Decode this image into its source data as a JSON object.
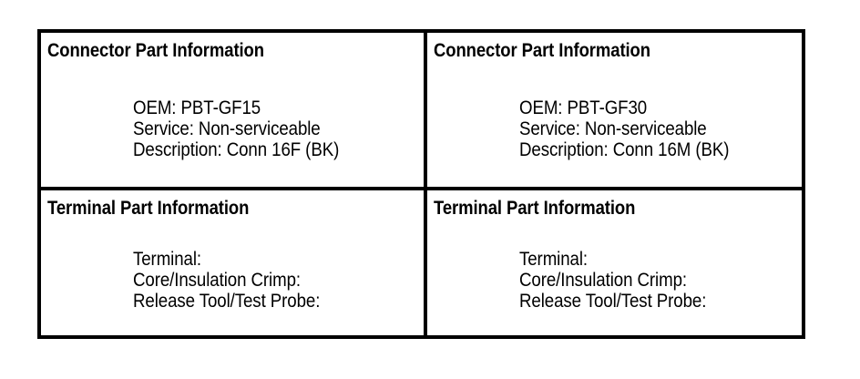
{
  "page": {
    "background_color": "#ffffff",
    "text_color": "#000000",
    "border_color": "#000000"
  },
  "table": {
    "rows": [
      {
        "row_name": "connector-row",
        "cells": [
          {
            "cell_name": "connector-left",
            "heading": "Connector Part Information",
            "lines": [
              "OEM: PBT-GF15",
              "Service: Non-serviceable",
              "Description: Conn 16F (BK)"
            ]
          },
          {
            "cell_name": "connector-right",
            "heading": "Connector Part Information",
            "lines": [
              "OEM: PBT-GF30",
              "Service: Non-serviceable",
              "Description: Conn 16M (BK)"
            ]
          }
        ]
      },
      {
        "row_name": "terminal-row",
        "cells": [
          {
            "cell_name": "terminal-left",
            "heading": "Terminal Part Information",
            "lines": [
              "Terminal:",
              "Core/Insulation Crimp:",
              "Release Tool/Test Probe:"
            ]
          },
          {
            "cell_name": "terminal-right",
            "heading": "Terminal Part Information",
            "lines": [
              "Terminal:",
              "Core/Insulation Crimp:",
              "Release Tool/Test Probe:"
            ]
          }
        ]
      }
    ]
  }
}
